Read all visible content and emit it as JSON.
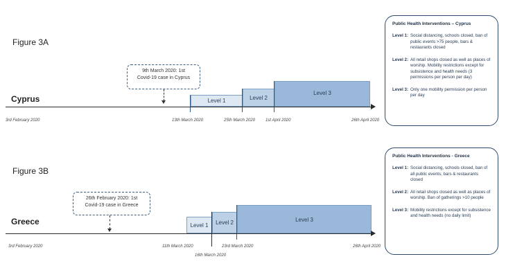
{
  "figure_a": {
    "title": "Figure 3A",
    "country": "Cyprus",
    "callout_line1": "9th March 2020: 1st",
    "callout_line2": "Covid-19 case in Cyprus",
    "dates": {
      "start": "3rd February 2020",
      "d1": "13th March 2020",
      "d2": "25th March 2020",
      "d3": "1st April 2020",
      "end": "26th April 2020"
    },
    "levels": {
      "l1": "Level 1",
      "l2": "Level 2",
      "l3": "Level 3"
    },
    "panel": {
      "title": "Public Health Interventions – Cyprus",
      "items": [
        {
          "name": "Level 1:",
          "text": "Social distancing, schools closed, ban of public events >75 people, bars & restaurants closed"
        },
        {
          "name": "Level 2:",
          "text": "All retail shops closed as well as places of worship. Mobility restrictions except for subsistence and health needs (3 permissions per person per day)"
        },
        {
          "name": "Level 3:",
          "text": "Only one mobility permission per person per day"
        }
      ]
    }
  },
  "figure_b": {
    "title": "Figure 3B",
    "country": "Greece",
    "callout_line1": "26th February 2020: 1st",
    "callout_line2": "Covid-19 case in Greece",
    "dates": {
      "start": "3rd February 2020",
      "d1": "11th March 2020",
      "d1b": "16th March 2020",
      "d2": "23rd March 2020",
      "end": "26th April 2020"
    },
    "levels": {
      "l1": "Level 1",
      "l2": "Level 2",
      "l3": "Level 3"
    },
    "panel": {
      "title": "Public Health Interventions - Greece",
      "items": [
        {
          "name": "Level 1:",
          "text": "Social distancing, schools closed, ban of all public events, bars & restaurants closed"
        },
        {
          "name": "Level 2:",
          "text": "All retail shops closed as well as places of worship. Ban of gatherings >10 people"
        },
        {
          "name": "Level 3:",
          "text": "Mobility restrictions except for subsistence and health needs (no daily limit)"
        }
      ]
    }
  },
  "colors": {
    "level1": "#dde8f3",
    "level2": "#bcd1e6",
    "level3": "#9ab9da",
    "frame": "#2f4a6e"
  }
}
